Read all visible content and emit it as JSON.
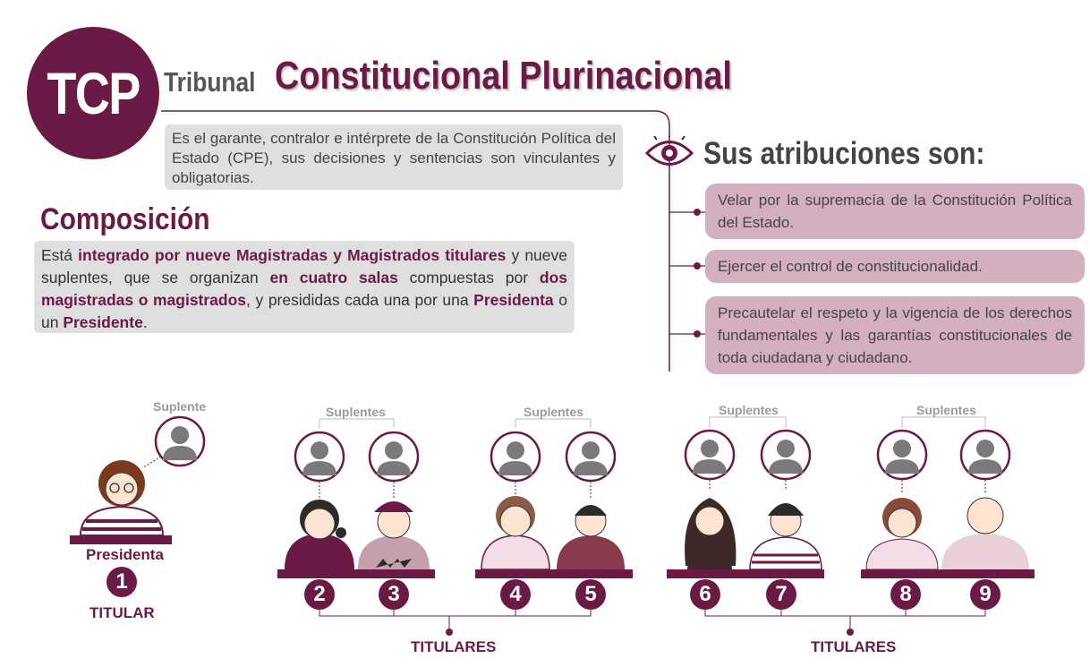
{
  "header": {
    "logo_text": "TCP",
    "tribunal": "Tribunal",
    "title": "Constitucional Plurinacional"
  },
  "description": "Es el garante, contralor e intérprete de la Constitución Política del Estado (CPE), sus decisiones y sentencias son vinculantes y obligatorias.",
  "composicion": {
    "title": "Composición",
    "segments": [
      {
        "text": "Está ",
        "bold": false
      },
      {
        "text": "integrado por nueve Magistradas y Magistrados titulares",
        "bold": true
      },
      {
        "text": " y nueve suplentes, que se organizan ",
        "bold": false
      },
      {
        "text": "en cuatro salas",
        "bold": true
      },
      {
        "text": " compuestas por ",
        "bold": false
      },
      {
        "text": "dos magistradas o magistrados",
        "bold": true
      },
      {
        "text": ", y presididas cada una por una ",
        "bold": false
      },
      {
        "text": "Presidenta",
        "bold": true
      },
      {
        "text": " o un ",
        "bold": false
      },
      {
        "text": "Presidente",
        "bold": true
      },
      {
        "text": ".",
        "bold": false
      }
    ]
  },
  "atribuciones": {
    "title": "Sus atribuciones son:",
    "icon": "eye-icon",
    "items": [
      "Velar por la supremacía de la Constitución Política del Estado.",
      "Ejercer el control de constitucionalidad.",
      "Precautelar el respeto y la vigencia de los derechos fundamentales y las garantías constitucionales de toda ciudadana y ciudadano."
    ]
  },
  "organigrama": {
    "suplente_label": "Suplente",
    "suplentes_label": "Suplentes",
    "presidenta_label": "Presidenta",
    "titular_label": "TITULAR",
    "titulares_label": "TITULARES",
    "numbers": [
      "1",
      "2",
      "3",
      "4",
      "5",
      "6",
      "7",
      "8",
      "9"
    ]
  },
  "colors": {
    "primary": "#6b1a45",
    "pill": "#d4afc2",
    "box": "#e0dfdf",
    "avatar_gray": "#7a7a7a"
  }
}
